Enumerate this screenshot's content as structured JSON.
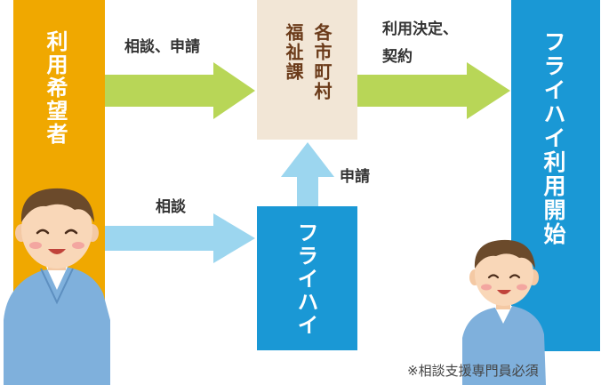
{
  "applicant": {
    "label": "利用希望者"
  },
  "welfare": {
    "label_line1": "各市町村",
    "label_line2": "福祉課"
  },
  "furaihai": {
    "label": "フライハイ"
  },
  "start": {
    "label": "フライハイ利用開始"
  },
  "arrows": {
    "consult_apply": "相談、申請",
    "consult": "相談",
    "apply": "申請",
    "decision_line1": "利用決定、",
    "decision_line2": "契約"
  },
  "footnote": "※相談支援専門員必須",
  "colors": {
    "applicant_box": "#f0a800",
    "welfare_box": "#f2e6d6",
    "furaihai_box": "#1a98d5",
    "start_box": "#1a98d5",
    "green_arrow": "#b8d657",
    "blue_arrow": "#9cd6ef"
  }
}
